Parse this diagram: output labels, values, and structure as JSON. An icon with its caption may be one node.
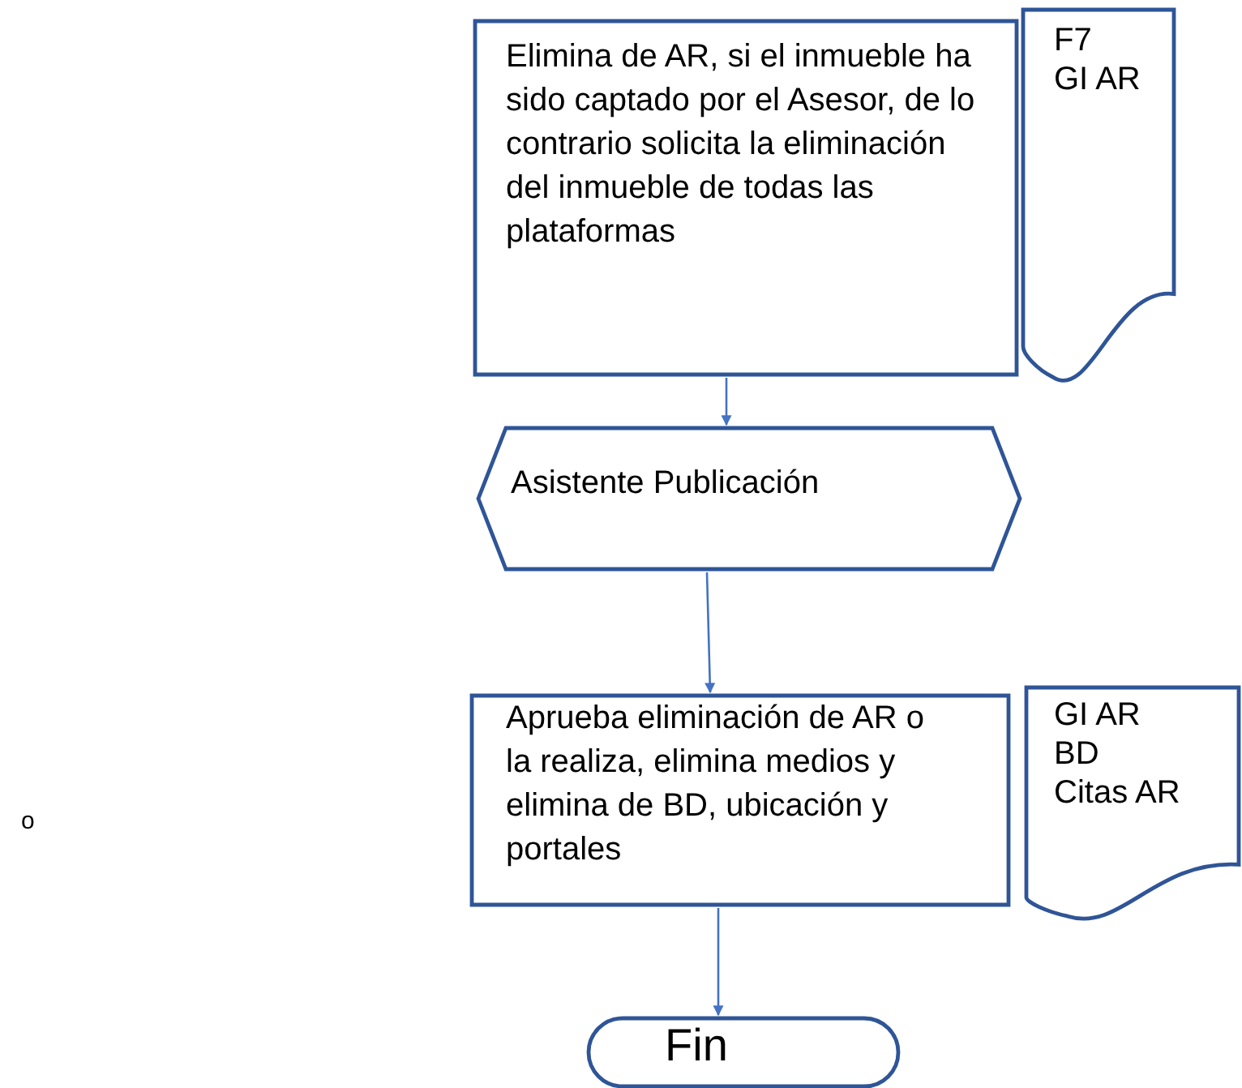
{
  "diagram": {
    "nodes": [
      {
        "text": [
          "Elimina de AR, si el inmueble ha sido captado por el Asesor, de lo contrario solicita la eliminación del inmueble de todas las plataformas"
        ]
      },
      {
        "text": [
          "F7",
          "GI AR"
        ]
      },
      {
        "text": [
          "Asistente Publicación"
        ]
      },
      {
        "text": [
          "Aprueba eliminación de AR o la realiza, elimina medios y elimina de BD, ubicación y portales"
        ]
      },
      {
        "text": [
          "GI AR",
          "BD",
          "Citas AR"
        ]
      },
      {
        "text": [
          "Fin"
        ]
      }
    ],
    "edges": [
      {
        "from": 0,
        "to": 2,
        "arrow": "to"
      },
      {
        "from": 2,
        "to": 3,
        "arrow": "to"
      },
      {
        "from": 3,
        "to": 5,
        "arrow": "to"
      }
    ],
    "labels": [
      "o"
    ]
  }
}
